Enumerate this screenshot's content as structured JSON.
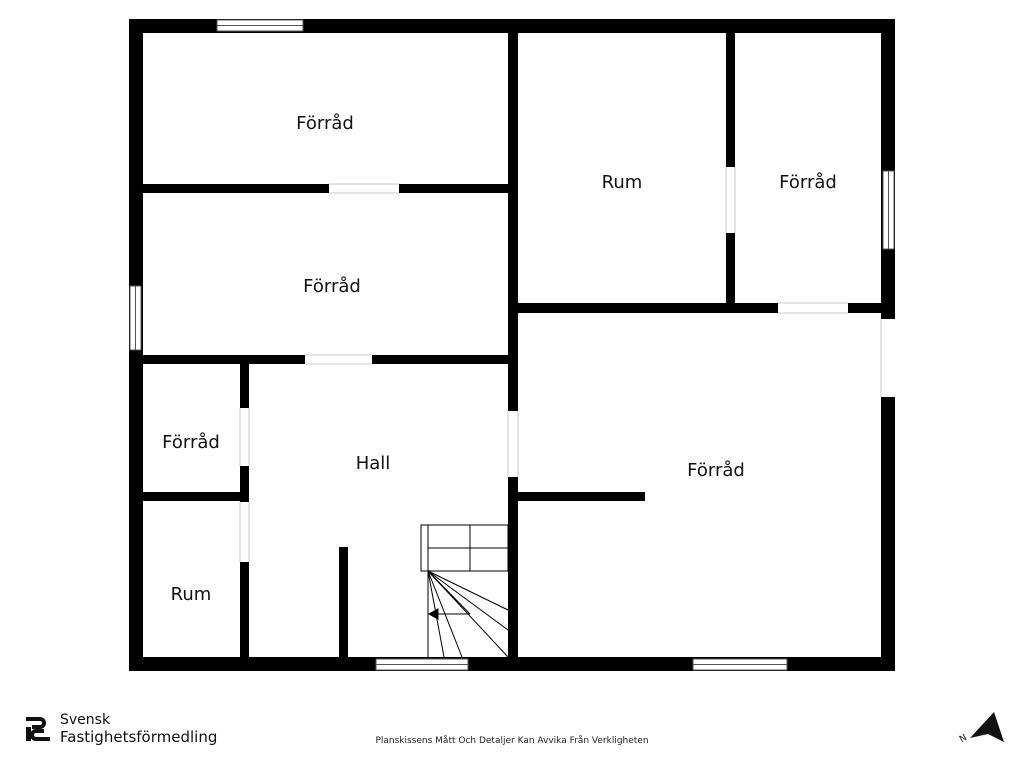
{
  "floorplan": {
    "rooms": [
      {
        "id": "storage-top-left",
        "label": "Förråd"
      },
      {
        "id": "storage-mid-left",
        "label": "Förråd"
      },
      {
        "id": "room-top-middle",
        "label": "Rum"
      },
      {
        "id": "storage-top-right",
        "label": "Förråd"
      },
      {
        "id": "storage-small-left",
        "label": "Förråd"
      },
      {
        "id": "hall",
        "label": "Hall"
      },
      {
        "id": "room-bottom-left",
        "label": "Rum"
      },
      {
        "id": "storage-large-right",
        "label": "Förråd"
      }
    ],
    "wall_color": "#000000",
    "window_frame_color": "#555555"
  },
  "footer": {
    "brand_line1": "Svensk",
    "brand_line2": "Fastighetsförmedling",
    "disclaimer": "Planskissens Mått Och Detaljer Kan Avvika Från Verkligheten",
    "north_letter": "N"
  }
}
